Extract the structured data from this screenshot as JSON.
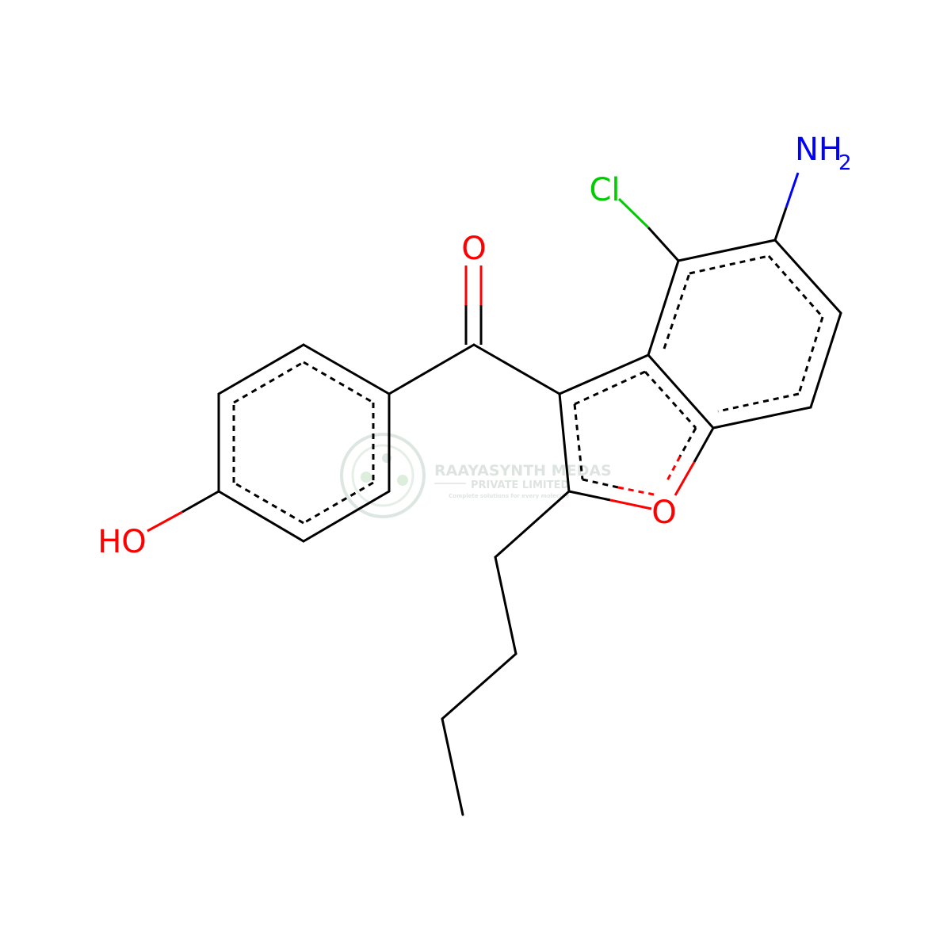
{
  "molecule": {
    "atoms": {
      "carbonyl_oxygen": "O",
      "ring_oxygen": "O",
      "chlorine": "Cl",
      "amine": "NH",
      "amine_subscript": "2",
      "hydroxyl": "HO"
    }
  },
  "watermark": {
    "name": "RAAYASYNTH MEDAS",
    "subtitle": "PRIVATE LIMITED",
    "tagline": "Complete solutions for every molecule"
  },
  "colors": {
    "bond": "#000000",
    "oxygen": "#ff0000",
    "nitrogen": "#0000ff",
    "chlorine": "#00cc00",
    "watermark": "#b8cfc0"
  }
}
